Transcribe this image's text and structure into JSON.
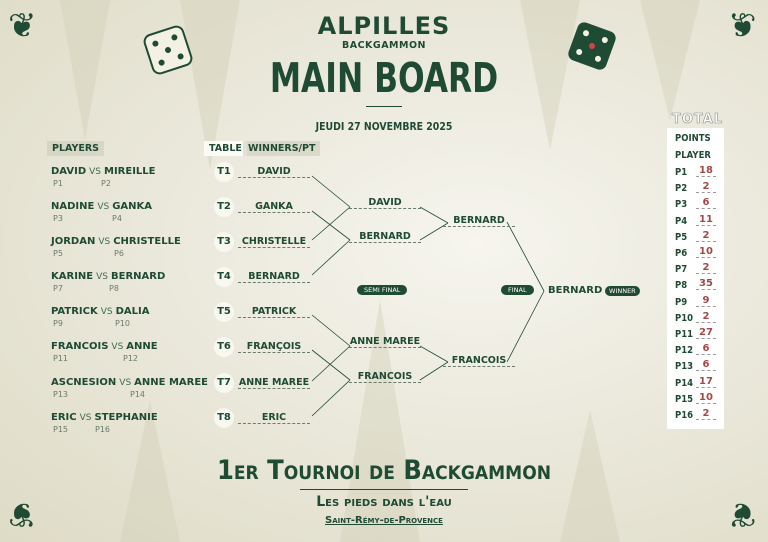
{
  "header": {
    "logo": "ALPILLES",
    "subtitle": "BACKGAMMON",
    "title": "MAIN BOARD",
    "date": "JEUDI 27 NOVEMBRE 2025"
  },
  "columns": {
    "players": "PLAYERS",
    "table": "TABLE",
    "winners": "WINNERS/PT"
  },
  "vs": "VS",
  "matches": [
    {
      "p1": "DAVID",
      "p1_id": "P1",
      "p2": "MIREILLE",
      "p2_id": "P2",
      "table": "T1",
      "winner": "DAVID"
    },
    {
      "p1": "NADINE",
      "p1_id": "P3",
      "p2": "GANKA",
      "p2_id": "P4",
      "table": "T2",
      "winner": "GANKA"
    },
    {
      "p1": "JORDAN",
      "p1_id": "P5",
      "p2": "CHRISTELLE",
      "p2_id": "P6",
      "table": "T3",
      "winner": "CHRISTELLE"
    },
    {
      "p1": "KARINE",
      "p1_id": "P7",
      "p2": "BERNARD",
      "p2_id": "P8",
      "table": "T4",
      "winner": "BERNARD"
    },
    {
      "p1": "PATRICK",
      "p1_id": "P9",
      "p2": "DALIA",
      "p2_id": "P10",
      "table": "T5",
      "winner": "PATRICK"
    },
    {
      "p1": "FRANCOIS",
      "p1_id": "P11",
      "p2": "ANNE",
      "p2_id": "P12",
      "table": "T6",
      "winner": "FRANÇOIS"
    },
    {
      "p1": "ASCNESION",
      "p1_id": "P13",
      "p2": "ANNE MAREE",
      "p2_id": "P14",
      "table": "T7",
      "winner": "ANNE MAREE"
    },
    {
      "p1": "ERIC",
      "p1_id": "P15",
      "p2": "STEPHANIE",
      "p2_id": "P16",
      "table": "T8",
      "winner": "ERIC"
    }
  ],
  "semi_final": {
    "label": "SEMI FINAL",
    "winners": [
      "DAVID",
      "BERNARD",
      "ANNE MAREE",
      "FRANCOIS"
    ]
  },
  "final": {
    "label": "FINAL",
    "winners": [
      "BERNARD",
      "FRANCOIS"
    ]
  },
  "champion": {
    "name": "BERNARD",
    "label": "WINNER"
  },
  "totals": {
    "title": "TOTAL",
    "header1": "POINTS",
    "header2": "PLAYER",
    "rows": [
      {
        "p": "P1",
        "v": "18"
      },
      {
        "p": "P2",
        "v": "2"
      },
      {
        "p": "P3",
        "v": "6"
      },
      {
        "p": "P4",
        "v": "11"
      },
      {
        "p": "P5",
        "v": "2"
      },
      {
        "p": "P6",
        "v": "10"
      },
      {
        "p": "P7",
        "v": "2"
      },
      {
        "p": "P8",
        "v": "35"
      },
      {
        "p": "P9",
        "v": "9"
      },
      {
        "p": "P10",
        "v": "2"
      },
      {
        "p": "P11",
        "v": "27"
      },
      {
        "p": "P12",
        "v": "6"
      },
      {
        "p": "P13",
        "v": "6"
      },
      {
        "p": "P14",
        "v": "17"
      },
      {
        "p": "P15",
        "v": "10"
      },
      {
        "p": "P16",
        "v": "2"
      }
    ]
  },
  "footer": {
    "line1": "1er Tournoi de Backgammon",
    "line2": "Les pieds dans l'eau",
    "line3": "Saint-Rémy-de-Provence"
  },
  "colors": {
    "green": "#1f4a33",
    "points": "#a44848"
  }
}
